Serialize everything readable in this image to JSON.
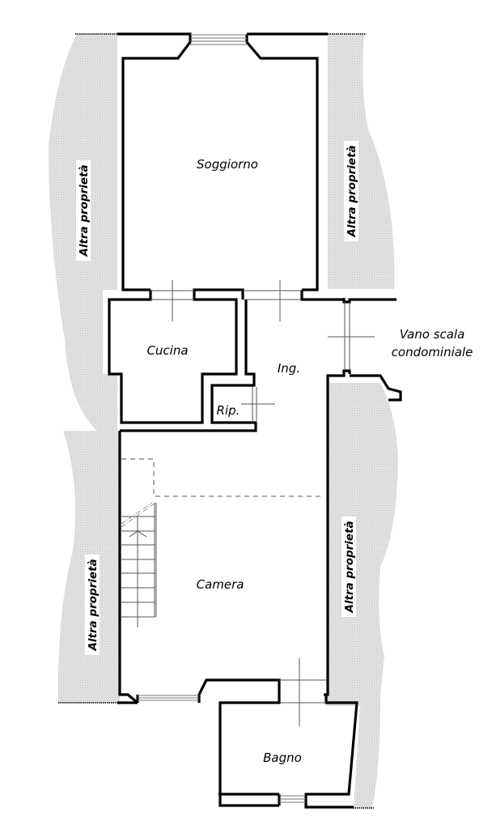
{
  "plan": {
    "type": "floor-plan",
    "colors": {
      "wall": "#000000",
      "other_property_fill": "#d9d9d9",
      "background": "#ffffff"
    },
    "rooms": [
      {
        "id": "soggiorno",
        "label": "Soggiorno"
      },
      {
        "id": "cucina",
        "label": "Cucina"
      },
      {
        "id": "ingresso",
        "label": "Ing."
      },
      {
        "id": "ripostiglio",
        "label": "Rip."
      },
      {
        "id": "camera",
        "label": "Camera"
      },
      {
        "id": "bagno",
        "label": "Bagno"
      }
    ],
    "stairwell": {
      "line1": "Vano  scala",
      "line2": "condominiale"
    },
    "neighbors": {
      "top_left": "Altra  proprietà",
      "top_right": "Altra  proprietà",
      "bottom_left": "Altra  proprietà",
      "bottom_right": "Altra  proprietà"
    }
  }
}
